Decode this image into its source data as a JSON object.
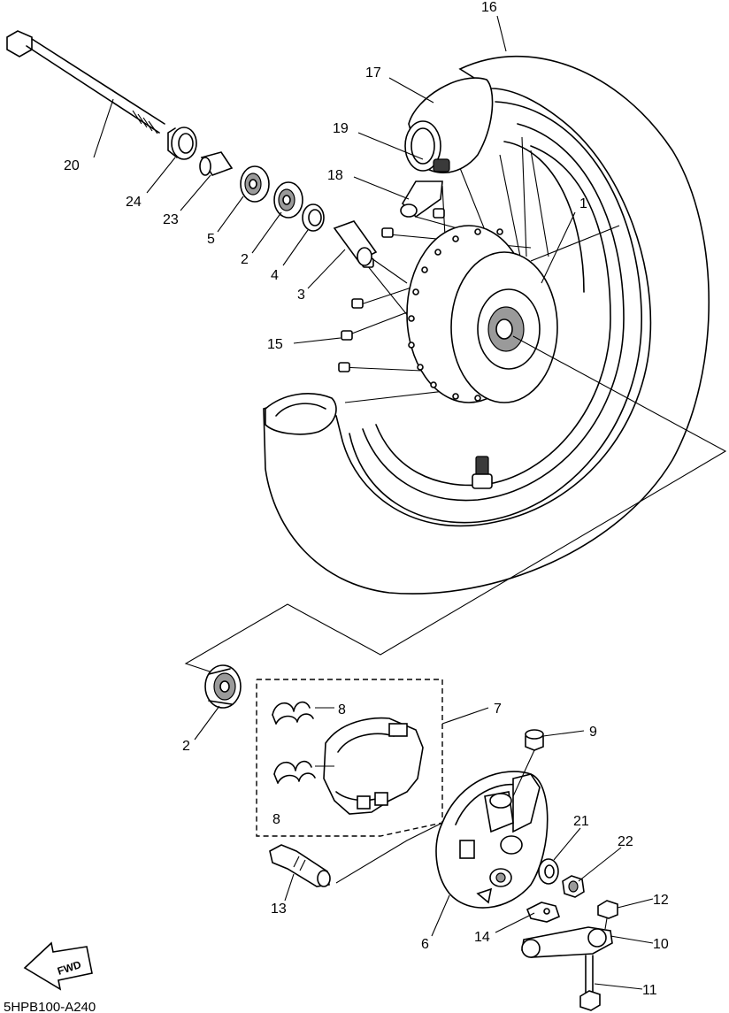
{
  "diagram": {
    "drawing_code": "5HPB100-A240",
    "fwd_label": "FWD",
    "callouts": [
      "1",
      "2",
      "3",
      "4",
      "5",
      "6",
      "7",
      "8",
      "9",
      "10",
      "11",
      "12",
      "13",
      "14",
      "15",
      "16",
      "17",
      "18",
      "19",
      "20",
      "21",
      "22",
      "23",
      "24"
    ],
    "callout_repeats": {
      "2": 2,
      "8": 2
    }
  }
}
